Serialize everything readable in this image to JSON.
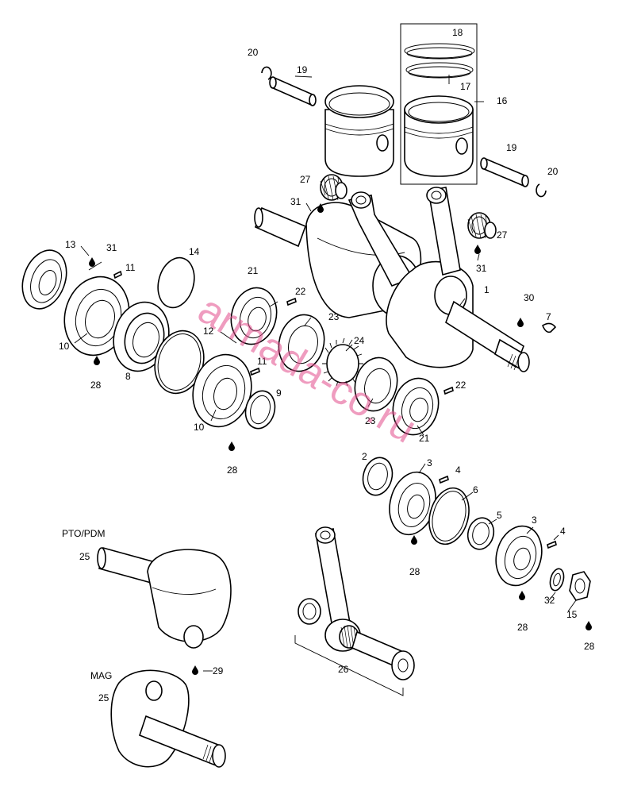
{
  "diagram": {
    "section_labels": {
      "pto": "PTO/PDM",
      "mag": "MAG"
    },
    "watermark": "armada-co.ru",
    "callouts": {
      "c1": "1",
      "c2": "2",
      "c3a": "3",
      "c3b": "3",
      "c4a": "4",
      "c4b": "4",
      "c5": "5",
      "c6": "6",
      "c7": "7",
      "c8": "8",
      "c9": "9",
      "c10a": "10",
      "c10b": "10",
      "c11a": "11",
      "c11b": "11",
      "c12": "12",
      "c13": "13",
      "c14": "14",
      "c15": "15",
      "c16": "16",
      "c17": "17",
      "c18": "18",
      "c19a": "19",
      "c19b": "19",
      "c20a": "20",
      "c20b": "20",
      "c21a": "21",
      "c21b": "21",
      "c22a": "22",
      "c22b": "22",
      "c23a": "23",
      "c23b": "23",
      "c24": "24",
      "c25a": "25",
      "c25b": "25",
      "c26": "26",
      "c27a": "27",
      "c27b": "27",
      "c28a": "28",
      "c28b": "28",
      "c28c": "28",
      "c28d": "28",
      "c28e": "28",
      "c29": "29",
      "c30": "30",
      "c31a": "31",
      "c31b": "31",
      "c31c": "31",
      "c32": "32"
    }
  }
}
